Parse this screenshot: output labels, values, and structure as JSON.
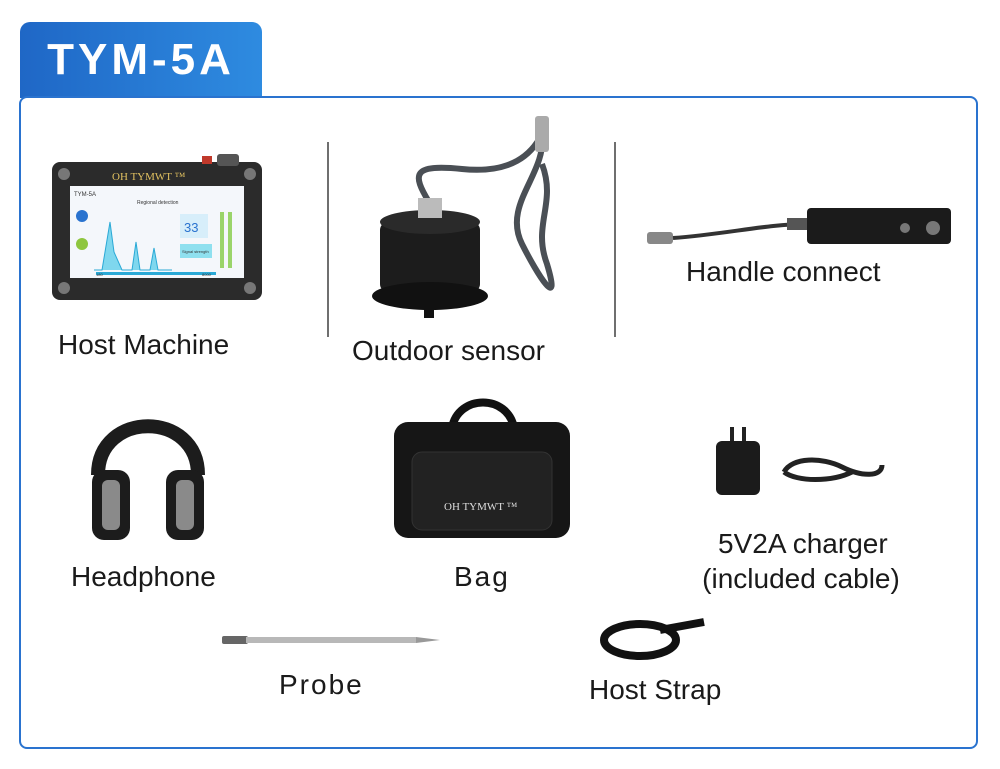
{
  "title": "TYM-5A",
  "items": {
    "host_machine": {
      "label": "Host Machine",
      "brand": "OH TYMWT ™",
      "screen": {
        "model": "TYM-5A",
        "header": "Regional detection",
        "value": "33",
        "button": "Signal strength",
        "axis_left": "180",
        "axis_right": "8000"
      }
    },
    "outdoor_sensor": {
      "label": "Outdoor sensor"
    },
    "handle_connect": {
      "label": "Handle connect"
    },
    "headphone": {
      "label": "Headphone"
    },
    "bag": {
      "label": "Bag",
      "brand": "OH TYMWT ™"
    },
    "charger": {
      "label_line1": "5V2A charger",
      "label_line2": "(included cable)"
    },
    "probe": {
      "label": "Probe"
    },
    "host_strap": {
      "label": "Host Strap"
    }
  },
  "colors": {
    "accent": "#2a73cf",
    "title_bg_start": "#1f67c6",
    "title_bg_end": "#2e8be0"
  }
}
